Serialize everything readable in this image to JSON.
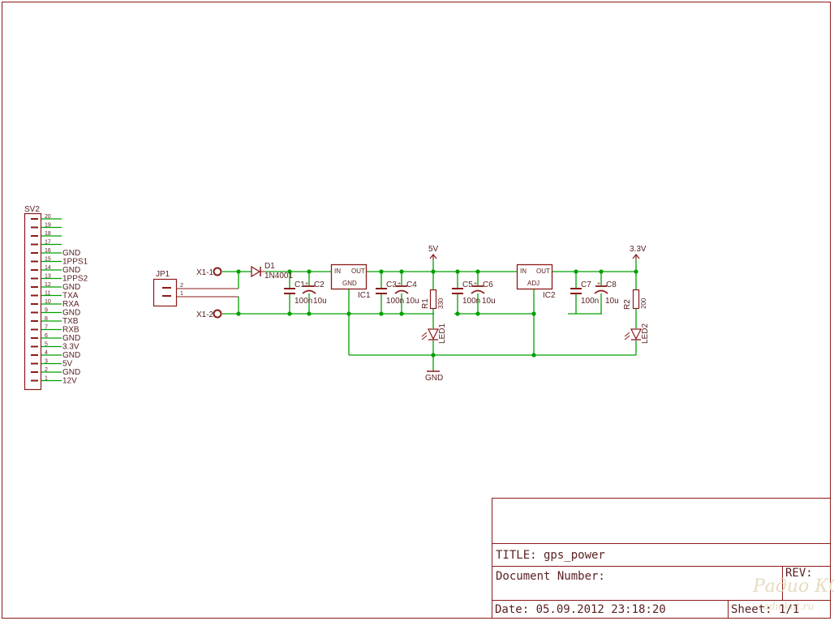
{
  "colors": {
    "frame": "#8b1a1a",
    "wire": "#00a000",
    "symbol": "#8b1a1a",
    "text": "#5a2020",
    "junction": "#00a000"
  },
  "connector_sv2": {
    "ref": "SV2",
    "pins": [
      {
        "num": "20",
        "label": ""
      },
      {
        "num": "19",
        "label": ""
      },
      {
        "num": "18",
        "label": ""
      },
      {
        "num": "17",
        "label": ""
      },
      {
        "num": "16",
        "label": "GND"
      },
      {
        "num": "15",
        "label": "1PPS1"
      },
      {
        "num": "14",
        "label": "GND"
      },
      {
        "num": "13",
        "label": "1PPS2"
      },
      {
        "num": "12",
        "label": "GND"
      },
      {
        "num": "11",
        "label": "TXA"
      },
      {
        "num": "10",
        "label": "RXA"
      },
      {
        "num": "9",
        "label": "GND"
      },
      {
        "num": "8",
        "label": "TXB"
      },
      {
        "num": "7",
        "label": "RXB"
      },
      {
        "num": "6",
        "label": "GND"
      },
      {
        "num": "5",
        "label": "3.3V"
      },
      {
        "num": "4",
        "label": "GND"
      },
      {
        "num": "3",
        "label": "5V"
      },
      {
        "num": "2",
        "label": "GND"
      },
      {
        "num": "1",
        "label": "12V"
      }
    ]
  },
  "schematic": {
    "jp1": {
      "ref": "JP1",
      "pin2": "2",
      "pin1": "1"
    },
    "x1_1": "X1-1",
    "x1_2": "X1-2",
    "d1": {
      "ref": "D1",
      "value": "1N4001"
    },
    "ic1": {
      "ref": "IC1",
      "in": "IN",
      "out": "OUT",
      "gnd": "GND"
    },
    "ic2": {
      "ref": "IC2",
      "in": "IN",
      "out": "OUT",
      "adj": "ADJ"
    },
    "c1": {
      "ref": "C1",
      "value": "100n"
    },
    "c2": {
      "ref": "C2",
      "value": "10u"
    },
    "c3": {
      "ref": "C3",
      "value": "100n"
    },
    "c4": {
      "ref": "C4",
      "value": "10u"
    },
    "c5": {
      "ref": "C5",
      "value": "100n"
    },
    "c6": {
      "ref": "C6",
      "value": "10u"
    },
    "c7": {
      "ref": "C7",
      "value": "100n"
    },
    "c8": {
      "ref": "C8",
      "value": "10u"
    },
    "r1": {
      "ref": "R1",
      "value": "330"
    },
    "r2": {
      "ref": "R2",
      "value": "200"
    },
    "led1": "LED1",
    "led2": "LED2",
    "v5": "5V",
    "v33": "3.3V",
    "gnd": "GND"
  },
  "title_block": {
    "title": "TITLE: gps_power",
    "doc_number": "Document Number:",
    "rev": "REV:",
    "date": "Date: 05.09.2012 23:18:20",
    "sheet": "Sheet: 1/1"
  },
  "watermark": {
    "line1": "Радио КОТ",
    "line2": "radiokot.ru"
  }
}
